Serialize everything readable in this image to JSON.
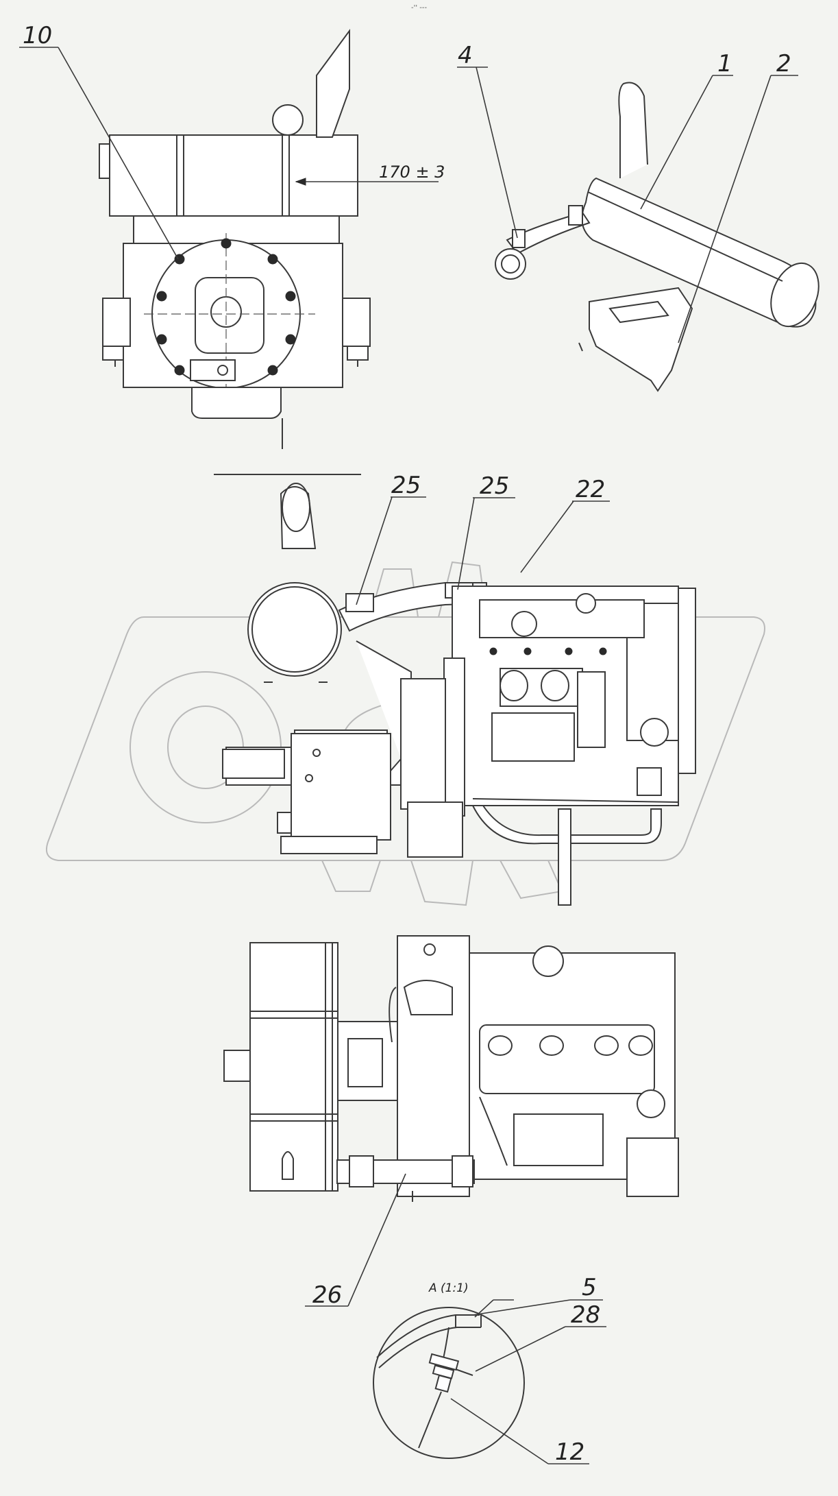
{
  "header_mark": "-'' ---",
  "dimension_label": "170 ± 3",
  "detail_label": "A (1:1)",
  "callouts": {
    "c10": "10",
    "c4": "4",
    "c1": "1",
    "c2": "2",
    "c25a": "25",
    "c25b": "25",
    "c22": "22",
    "c26": "26",
    "c5": "5",
    "c28": "28",
    "c12": "12"
  },
  "colors": {
    "background": "#f3f4f1",
    "line": "#3a3a3a",
    "watermark": "#b9b9b9"
  }
}
